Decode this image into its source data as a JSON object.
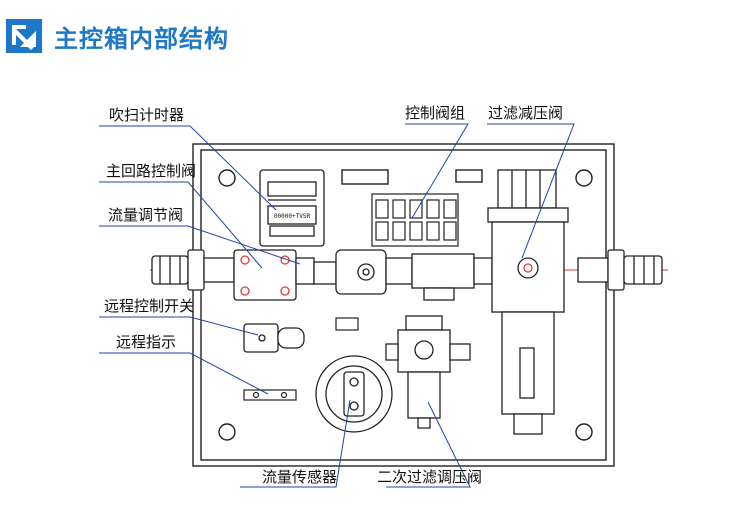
{
  "header": {
    "title": "主控箱内部结构",
    "accent_color": "#1e78c8",
    "icon": "corner-arrow-logo-icon"
  },
  "labels": {
    "blow_timer": "吹扫计时器",
    "main_loop_valve": "主回路控制阀",
    "flow_regulator": "流量调节阀",
    "remote_switch": "远程控制开关",
    "remote_indicator": "远程指示",
    "control_valve_group": "控制阀组",
    "filter_reducer": "过滤减压阀",
    "flow_sensor": "流量传感器",
    "secondary_filter": "二次过滤调压阀"
  },
  "component_text": {
    "timer_display": "00000+TVSR"
  },
  "colors": {
    "leader_line": "#2244aa",
    "axis_line": "#e03a3a",
    "valve_bolt": "#e03a3a"
  }
}
